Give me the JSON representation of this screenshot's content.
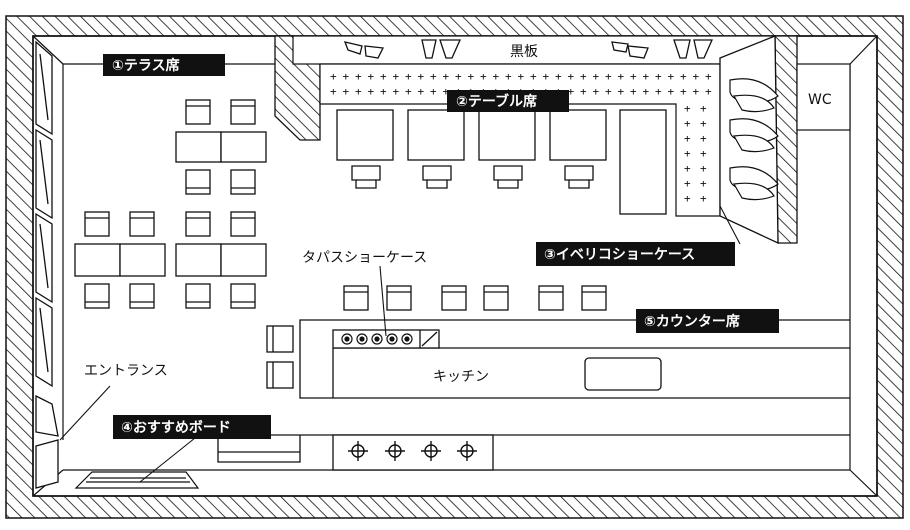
{
  "labels": {
    "terrace": "①テラス席",
    "table": "②テーブル席",
    "iberico": "③イベリコショーケース",
    "recommend": "④おすすめボード",
    "counter": "⑤カウンター席",
    "blackboard": "黒板",
    "wc": "WC",
    "tapas": "タパスショーケース",
    "entrance": "エントランス",
    "kitchen": "キッチン"
  },
  "colors": {
    "ink": "#111111",
    "label_bg": "#111111",
    "paper": "#ffffff"
  }
}
